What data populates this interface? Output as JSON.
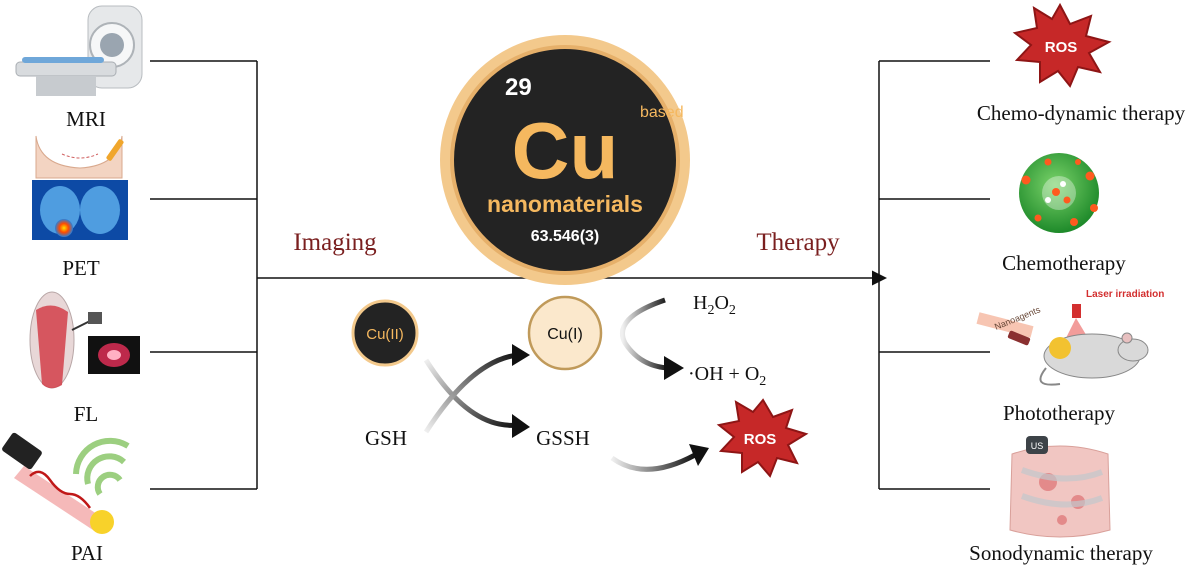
{
  "colors": {
    "line": "#111111",
    "section_label": "#7a1f1f",
    "cu_ring": "#f3c98c",
    "cu_disc": "#232323",
    "cu_text": "#f5b85f",
    "ros_fill": "#c62828",
    "ros_stroke": "#8e1515",
    "curve_gradient_start": "#f0f0f0",
    "curve_gradient_end": "#111111"
  },
  "imaging": {
    "section_label": "Imaging",
    "items": [
      {
        "label": "MRI",
        "icon": "mri-scanner-icon"
      },
      {
        "label": "PET",
        "icon": "pet-scan-icon"
      },
      {
        "label": "FL",
        "icon": "fluorescence-imaging-icon"
      },
      {
        "label": "PAI",
        "icon": "photoacoustic-imaging-icon"
      }
    ]
  },
  "therapy": {
    "section_label": "Therapy",
    "items": [
      {
        "label": "Chemo-dynamic therapy",
        "icon": "ros-burst-icon"
      },
      {
        "label": "Chemotherapy",
        "icon": "drug-nanoparticle-icon"
      },
      {
        "label": "Phototherapy",
        "icon": "laser-mouse-icon"
      },
      {
        "label": "Sonodynamic therapy",
        "icon": "ultrasound-tissue-icon"
      }
    ]
  },
  "element": {
    "atomic_number": "29",
    "symbol": "Cu",
    "note": "based",
    "name": "nanomaterials",
    "mass": "63.546(3)"
  },
  "reaction": {
    "cu2_label": "Cu(II)",
    "cu1_label": "Cu(I)",
    "gsh_label": "GSH",
    "gssh_label": "GSSH",
    "h2o2_main": "H",
    "h2o2_sub1": "2",
    "h2o2_o": "O",
    "h2o2_sub2": "2",
    "product_text": "·OH + O",
    "product_sub": "2",
    "ros_label": "ROS"
  },
  "icon_text": {
    "cdt_ros": "ROS",
    "laser_label": "Laser irradiation",
    "nano_label": "Nanoagents",
    "us_label": "US"
  }
}
